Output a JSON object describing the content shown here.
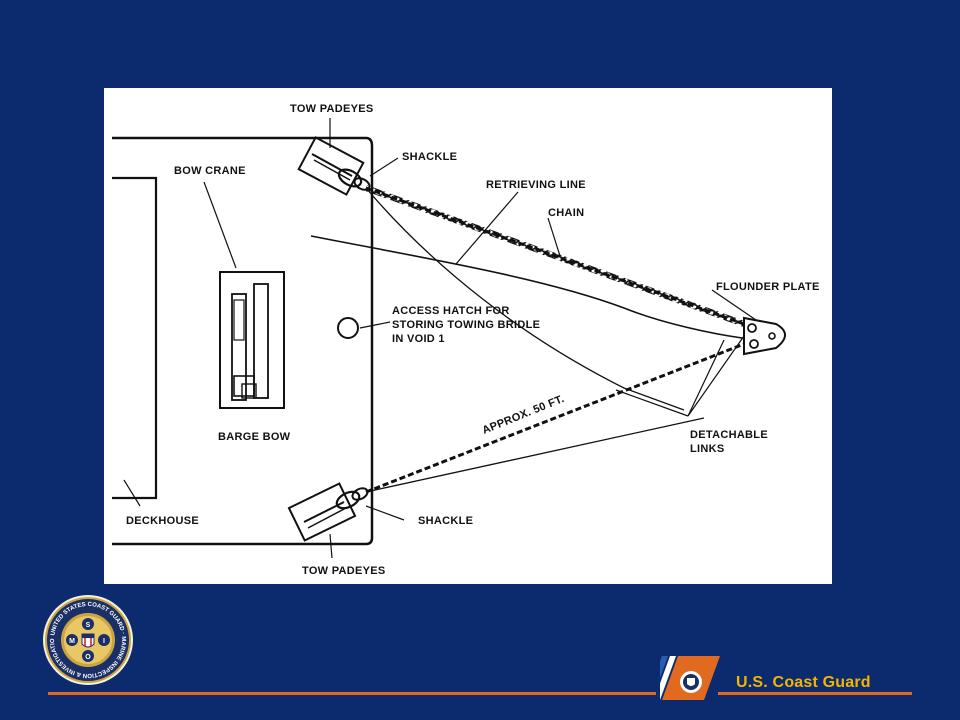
{
  "diagram": {
    "labels": {
      "tow_padeyes_top": "TOW PADEYES",
      "shackle_top": "SHACKLE",
      "bow_crane": "BOW CRANE",
      "retrieving_line": "RETRIEVING LINE",
      "chain": "CHAIN",
      "flounder_plate": "FLOUNDER PLATE",
      "access_hatch_1": "ACCESS HATCH FOR",
      "access_hatch_2": "STORING TOWING BRIDLE",
      "access_hatch_3": "IN VOID 1",
      "barge_bow": "BARGE BOW",
      "approx": "APPROX. 50 FT.",
      "detachable_1": "DETACHABLE",
      "detachable_2": "LINKS",
      "deckhouse": "DECKHOUSE",
      "shackle_bottom": "SHACKLE",
      "tow_padeyes_bottom": "TOW PADEYES"
    }
  },
  "seal": {
    "outer_text": "UNITED STATES COAST GUARD",
    "inner_text": "MARINE INSPECTION & INVESTIGATION SCHOOL",
    "letters": [
      "M",
      "S",
      "I",
      "O"
    ]
  },
  "footer": {
    "brand": "U.S. Coast Guard",
    "colors": {
      "background": "#0b2b6e",
      "stripe_orange": "#e06a20",
      "brand_text": "#f5b400"
    }
  }
}
